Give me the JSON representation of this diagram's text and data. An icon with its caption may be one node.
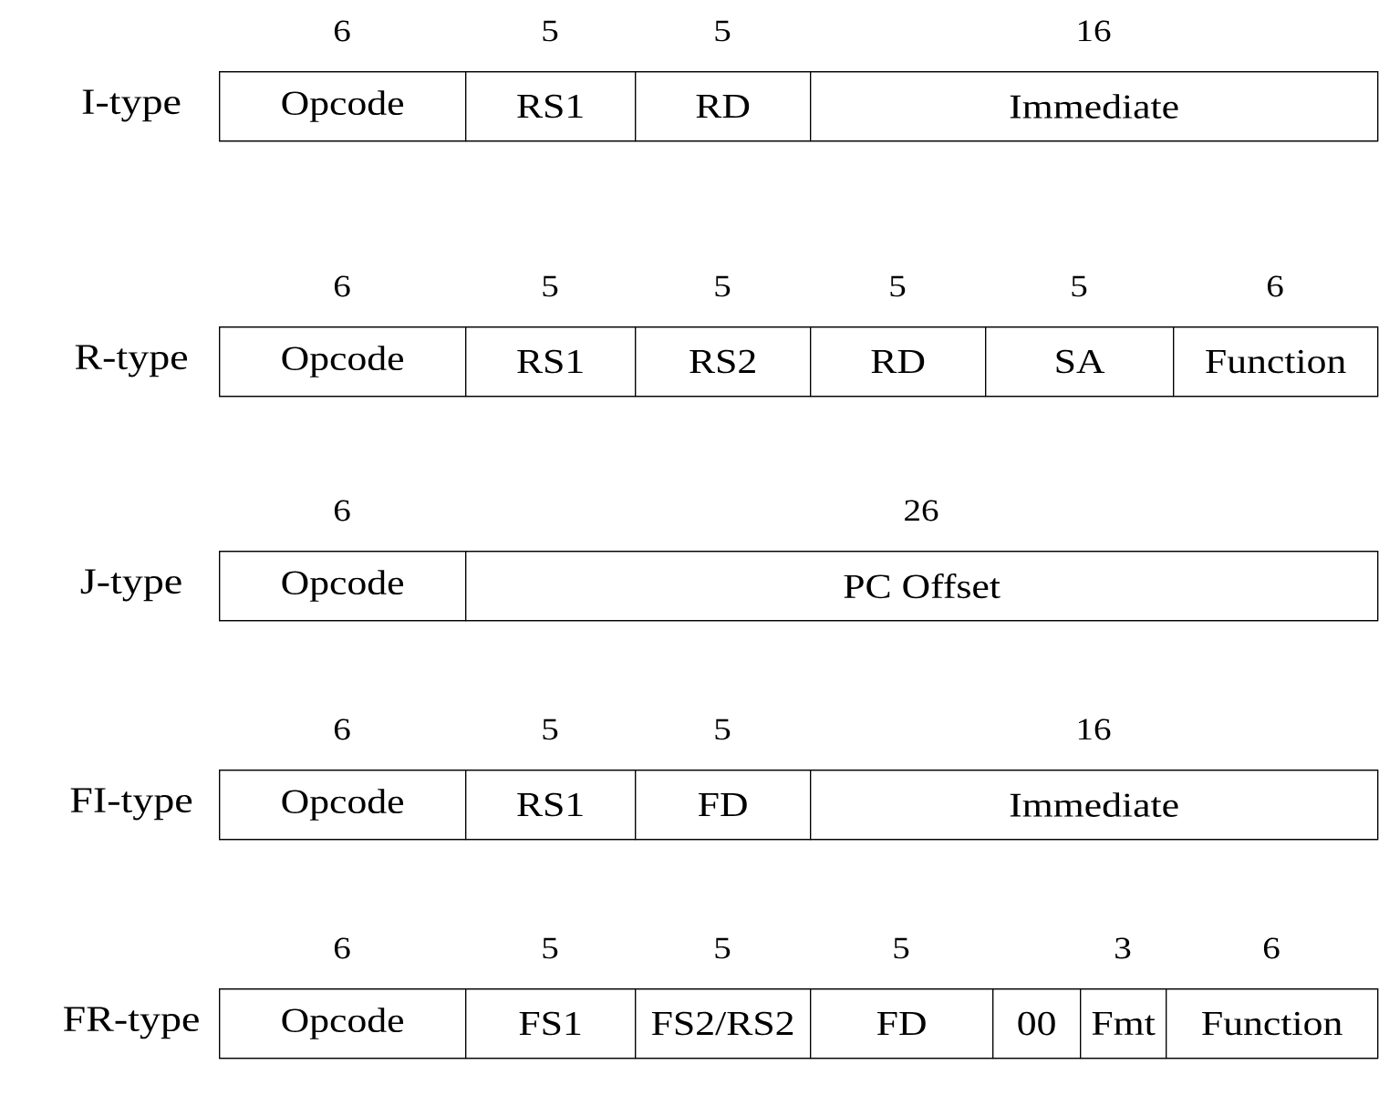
{
  "diagram": {
    "nodes": [
      {
        "text": [
          "I-type"
        ]
      },
      {
        "text": [
          "Opcode"
        ],
        "in": 0,
        "beside": [
          "6"
        ]
      },
      {
        "text": [
          "RS1"
        ],
        "in": 0,
        "beside": [
          "5"
        ]
      },
      {
        "text": [
          "RD"
        ],
        "in": 0,
        "beside": [
          "5"
        ]
      },
      {
        "text": [
          "Immediate"
        ],
        "in": 0,
        "beside": [
          "16"
        ]
      },
      {
        "text": [
          "R-type"
        ]
      },
      {
        "text": [
          "Opcode"
        ],
        "in": 5,
        "beside": [
          "6"
        ]
      },
      {
        "text": [
          "RS1"
        ],
        "in": 5,
        "beside": [
          "5"
        ]
      },
      {
        "text": [
          "RS2"
        ],
        "in": 5,
        "beside": [
          "5"
        ]
      },
      {
        "text": [
          "RD"
        ],
        "in": 5,
        "beside": [
          "5"
        ]
      },
      {
        "text": [
          "SA"
        ],
        "in": 5,
        "beside": [
          "5"
        ]
      },
      {
        "text": [
          "Function"
        ],
        "in": 5,
        "beside": [
          "6"
        ]
      },
      {
        "text": [
          "J-type"
        ]
      },
      {
        "text": [
          "Opcode"
        ],
        "in": 12,
        "beside": [
          "6"
        ]
      },
      {
        "text": [
          "PC Offset"
        ],
        "in": 12,
        "beside": [
          "26"
        ]
      },
      {
        "text": [
          "FI-type"
        ]
      },
      {
        "text": [
          "Opcode"
        ],
        "in": 15,
        "beside": [
          "6"
        ]
      },
      {
        "text": [
          "RS1"
        ],
        "in": 15,
        "beside": [
          "5"
        ]
      },
      {
        "text": [
          "FD"
        ],
        "in": 15,
        "beside": [
          "5"
        ]
      },
      {
        "text": [
          "Immediate"
        ],
        "in": 15,
        "beside": [
          "16"
        ]
      },
      {
        "text": [
          "FR-type"
        ]
      },
      {
        "text": [
          "Opcode"
        ],
        "in": 20,
        "beside": [
          "6"
        ]
      },
      {
        "text": [
          "FS1"
        ],
        "in": 20,
        "beside": [
          "5"
        ]
      },
      {
        "text": [
          "FS2/RS2"
        ],
        "in": 20,
        "beside": [
          "5"
        ]
      },
      {
        "text": [
          "FD"
        ],
        "in": 20,
        "beside": [
          "5"
        ]
      },
      {
        "text": [
          "00"
        ],
        "in": 20
      },
      {
        "text": [
          "Fmt"
        ],
        "in": 20,
        "beside": [
          "3"
        ]
      },
      {
        "text": [
          "Function"
        ],
        "in": 20,
        "beside": [
          "6"
        ]
      }
    ]
  }
}
